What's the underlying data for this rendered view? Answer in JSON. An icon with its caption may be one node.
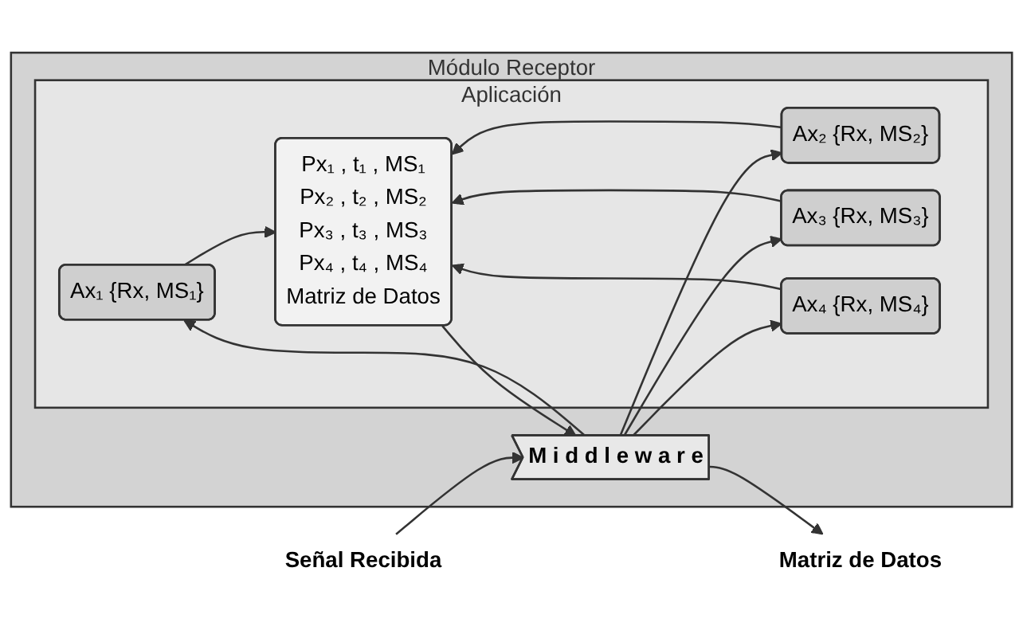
{
  "diagram": {
    "nodes": [
      {
        "text": [
          "Módulo Receptor"
        ]
      },
      {
        "text": [
          "Aplicación"
        ],
        "in": 0
      },
      {
        "text": [
          "Ax₁ {Rx, MS₁}"
        ],
        "in": 1
      },
      {
        "text": [
          "Ax₂ {Rx, MS₂}"
        ],
        "in": 1
      },
      {
        "text": [
          "Ax₃ {Rx, MS₃}"
        ],
        "in": 1
      },
      {
        "text": [
          "Ax₄ {Rx, MS₄}"
        ],
        "in": 1
      },
      {
        "text": [
          "Px₁ , t₁ , MS₁",
          "Px₂ , t₂ , MS₂",
          "Px₃ , t₃ , MS₃",
          "Px₄ , t₄ , MS₄",
          "Matriz de Datos"
        ],
        "in": 1
      },
      {
        "text": [
          "M i d d l e w a r e"
        ],
        "in": 0
      },
      {
        "text": [
          "Señal Recibida"
        ]
      },
      {
        "text": [
          "Matriz de Datos"
        ]
      }
    ],
    "edges": [
      {
        "from": 7,
        "to": 2,
        "arrow": "to"
      },
      {
        "from": 7,
        "to": 3,
        "arrow": "to"
      },
      {
        "from": 7,
        "to": 4,
        "arrow": "to"
      },
      {
        "from": 7,
        "to": 5,
        "arrow": "to"
      },
      {
        "from": 2,
        "to": 6,
        "arrow": "to"
      },
      {
        "from": 3,
        "to": 6,
        "arrow": "to"
      },
      {
        "from": 4,
        "to": 6,
        "arrow": "to"
      },
      {
        "from": 5,
        "to": 6,
        "arrow": "to"
      },
      {
        "from": 6,
        "to": 7,
        "arrow": "to"
      },
      {
        "from": 8,
        "to": 7,
        "arrow": "to"
      },
      {
        "from": 7,
        "to": 9,
        "arrow": "to"
      }
    ]
  }
}
